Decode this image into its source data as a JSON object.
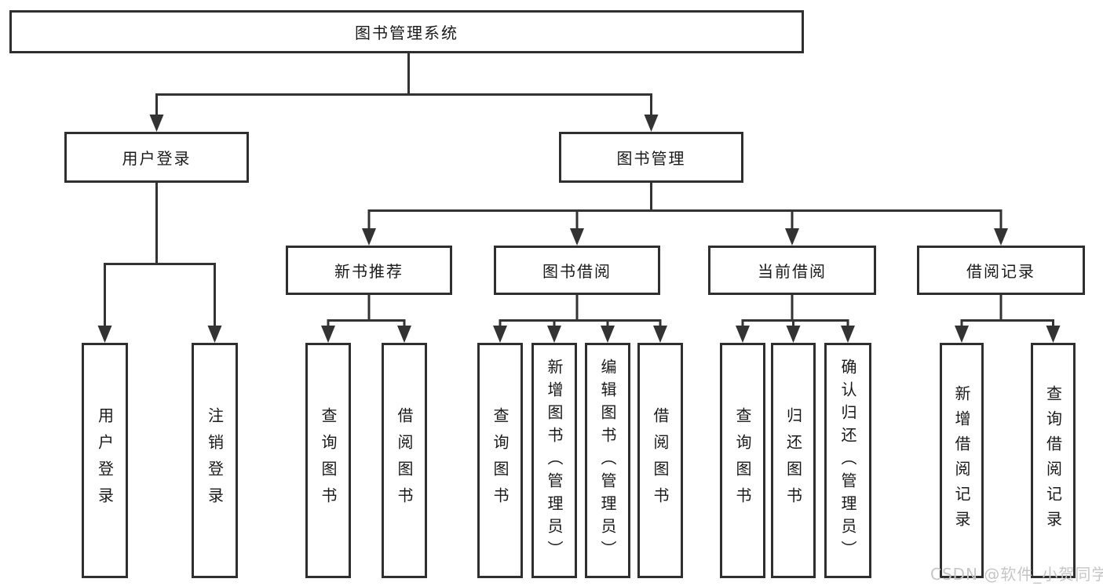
{
  "diagram_type": "functional-structure-tree",
  "tree": {
    "label": "图书管理系统",
    "children": [
      {
        "label": "用户登录",
        "children": [
          {
            "label": "用户登录"
          },
          {
            "label": "注销登录"
          }
        ]
      },
      {
        "label": "图书管理",
        "children": [
          {
            "label": "新书推荐",
            "children": [
              {
                "label": "查询图书"
              },
              {
                "label": "借阅图书"
              }
            ]
          },
          {
            "label": "图书借阅",
            "children": [
              {
                "label": "查询图书"
              },
              {
                "label": "新增图书（管理员）"
              },
              {
                "label": "编辑图书（管理员）"
              },
              {
                "label": "借阅图书"
              }
            ]
          },
          {
            "label": "当前借阅",
            "children": [
              {
                "label": "查询图书"
              },
              {
                "label": "归还图书"
              },
              {
                "label": "确认归还（管理员）"
              }
            ]
          },
          {
            "label": "借阅记录",
            "children": [
              {
                "label": "新增借阅记录"
              },
              {
                "label": "查询借阅记录"
              }
            ]
          }
        ]
      }
    ]
  },
  "watermark": {
    "text": "CSDN @软件_小贺同学",
    "color": "#c6c6c6"
  },
  "colors": {
    "line": "#333333",
    "box_border": "#2f2f2f",
    "text": "#1a1a1a",
    "background": "#ffffff"
  }
}
